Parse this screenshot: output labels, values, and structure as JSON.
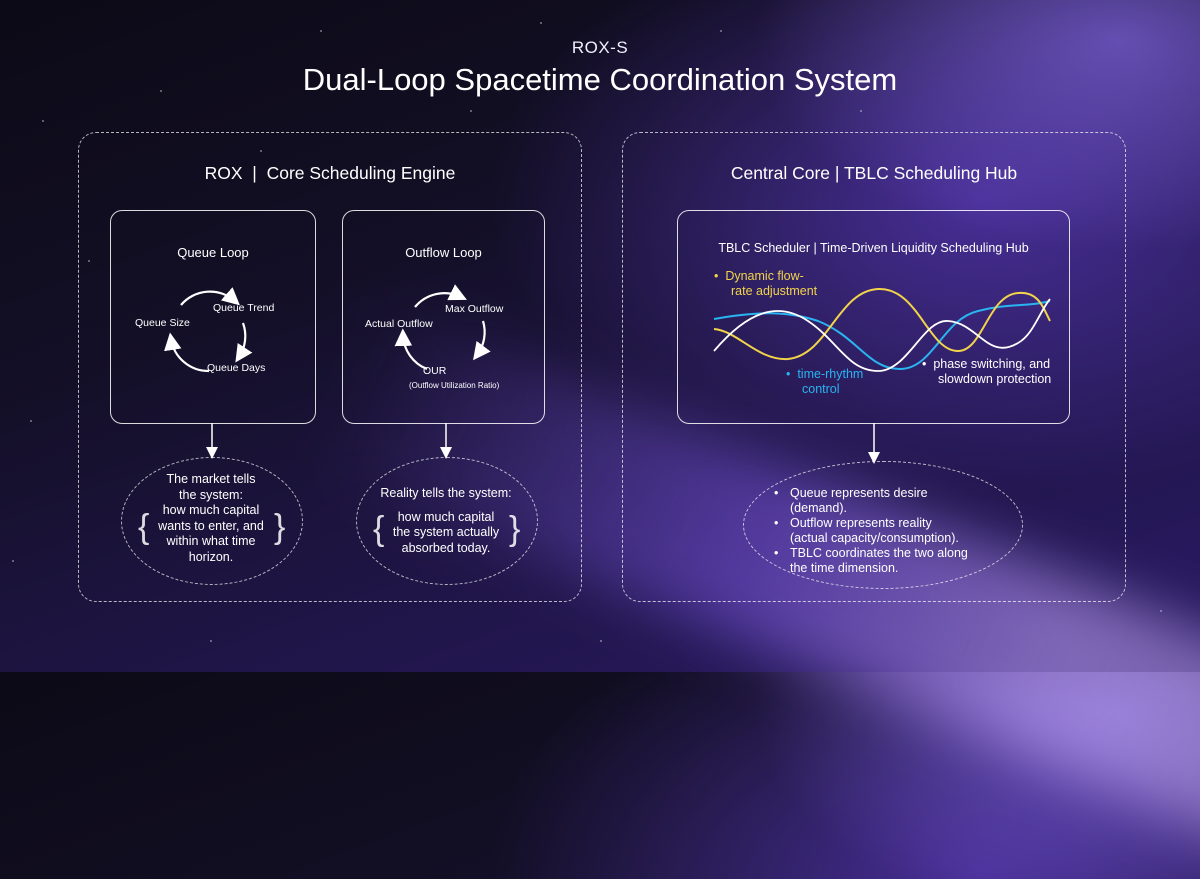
{
  "header": {
    "subtitle": "ROX-S",
    "title": "Dual-Loop Spacetime Coordination System"
  },
  "left_panel": {
    "title": "ROX  |  Core Scheduling Engine",
    "queue_loop": {
      "title": "Queue Loop",
      "nodes": [
        "Queue Size",
        "Queue Trend",
        "Queue Days"
      ]
    },
    "outflow_loop": {
      "title": "Outflow Loop",
      "nodes": [
        "Actual Outflow",
        "Max Outflow",
        "OUR"
      ],
      "note": "(Outflow Utilization Ratio)"
    },
    "market_bubble": {
      "lead": [
        "The market tells",
        "the system:"
      ],
      "body": [
        "how much capital",
        "wants to enter, and",
        "within what time",
        "horizon."
      ]
    },
    "reality_bubble": {
      "lead": [
        "Reality tells the system:"
      ],
      "body": [
        "how much capital",
        "the system actually",
        "absorbed today."
      ]
    }
  },
  "right_panel": {
    "title": "Central Core | TBLC Scheduling Hub",
    "hub": {
      "title": "TBLC Scheduler | Time-Driven Liquidity Scheduling Hub",
      "annotations": {
        "yellow": [
          "Dynamic flow-",
          "rate adjustment"
        ],
        "blue": [
          "time-rhythm",
          "control"
        ],
        "white": [
          "phase switching, and",
          "slowdown protection"
        ]
      }
    },
    "summary": [
      [
        "Queue represents desire",
        "(demand)."
      ],
      [
        "Outflow represents reality",
        "(actual capacity/consumption)."
      ],
      [
        "TBLC coordinates the two along",
        "the time dimension."
      ]
    ]
  },
  "colors": {
    "yellow_wave": "#f2d44a",
    "blue_wave": "#2ab4f0",
    "white_wave": "#ffffff",
    "panel_border": "#ffffff"
  }
}
